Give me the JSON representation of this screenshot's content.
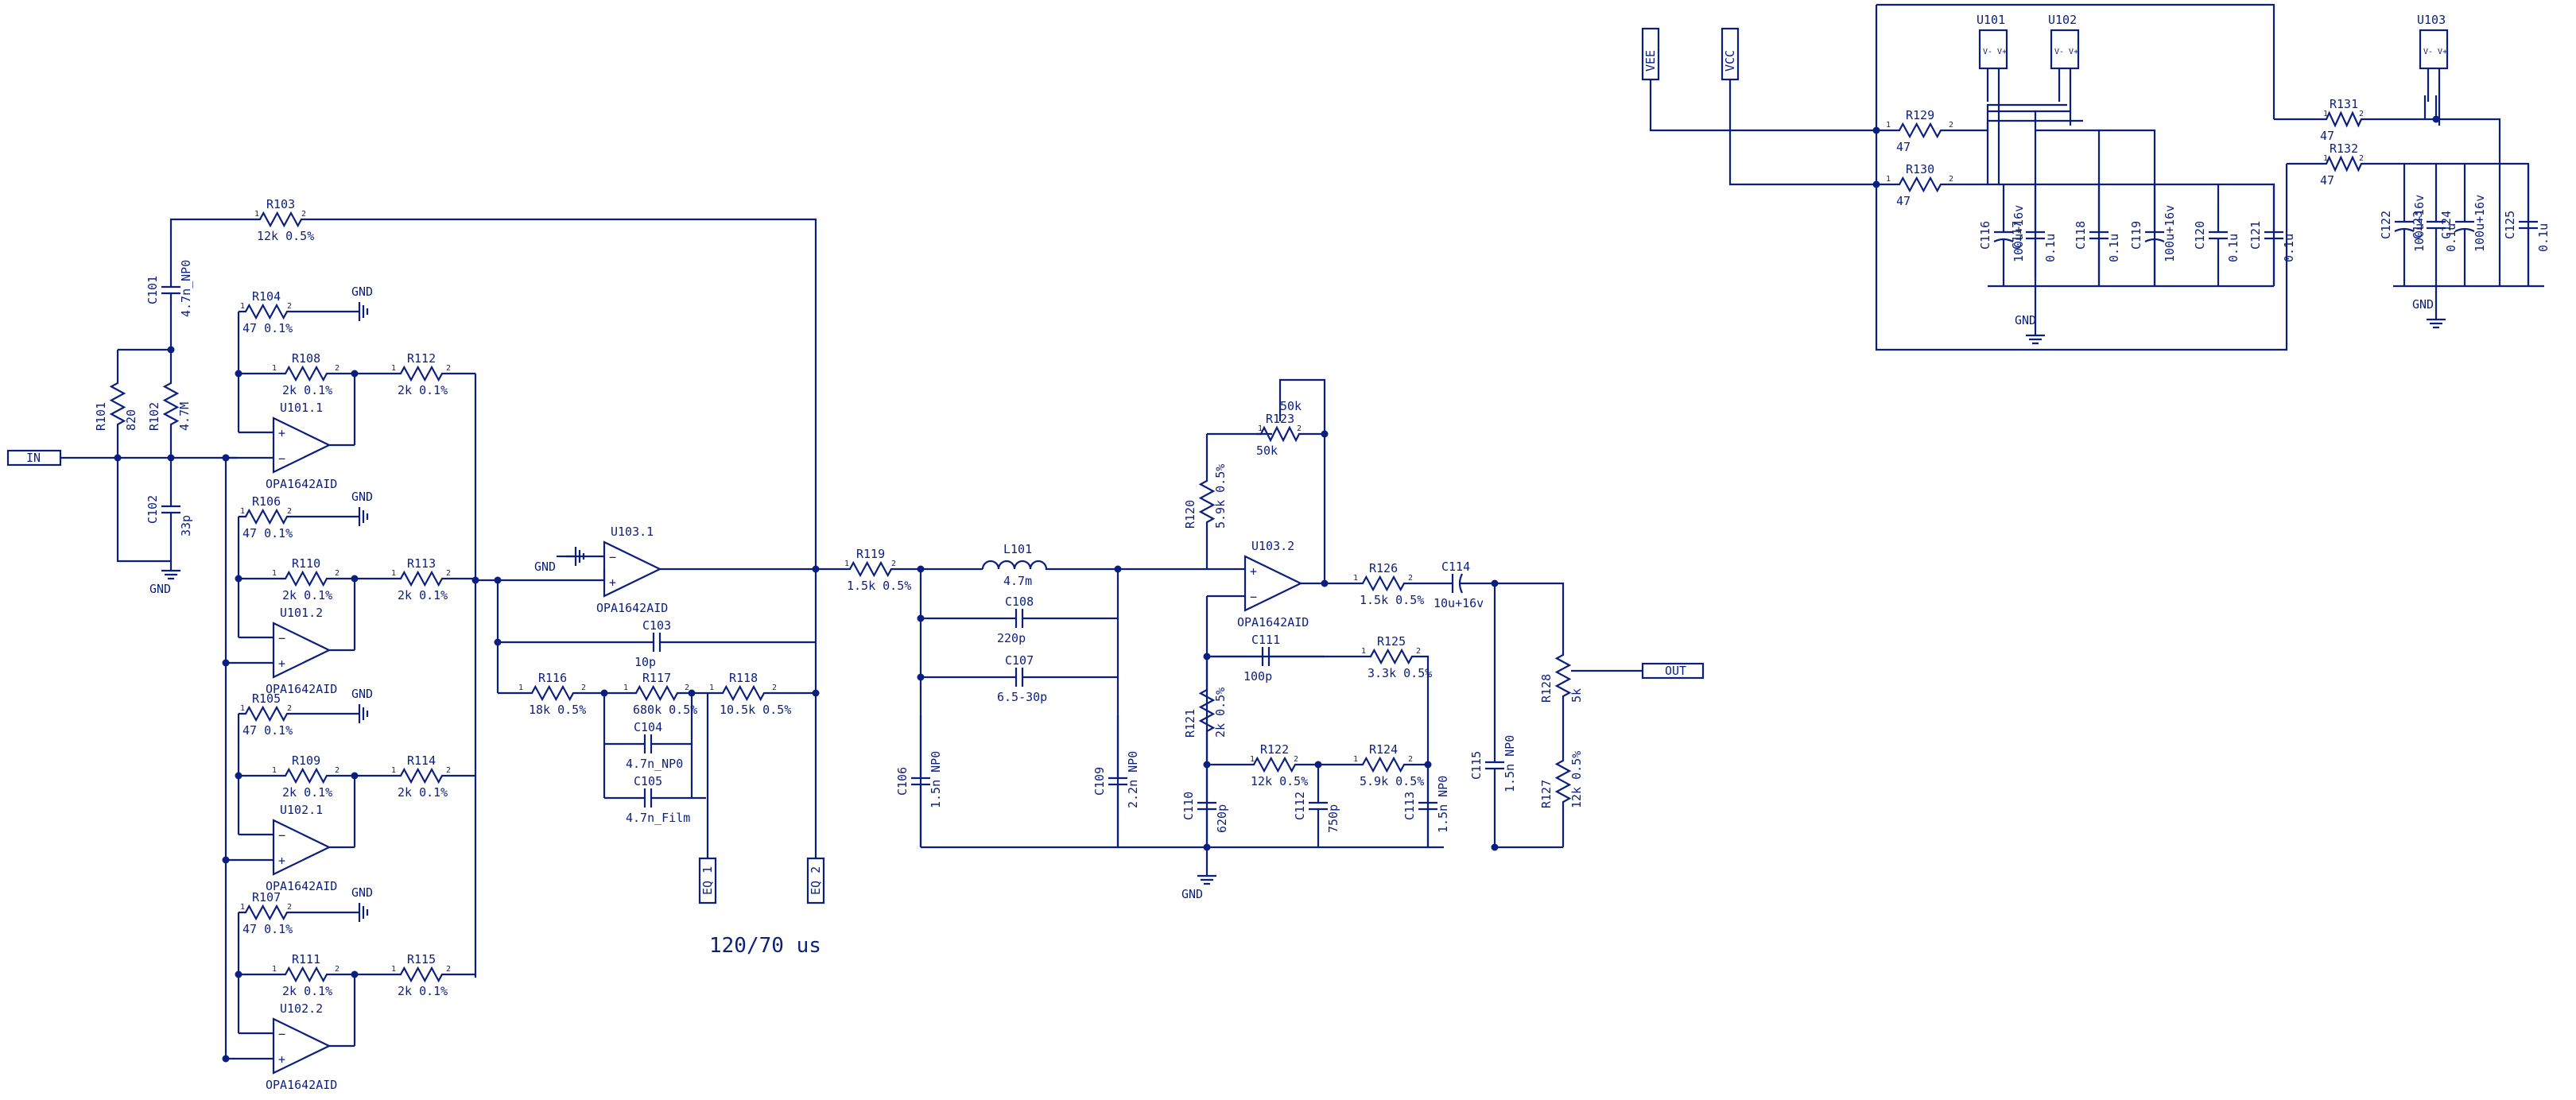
{
  "annotations": {
    "time_constants": "120/70 us"
  },
  "ports": {
    "in": "IN",
    "out": "OUT",
    "eq1": "EQ 1",
    "eq2": "EQ 2",
    "vee": "VEE",
    "vcc": "VCC",
    "gnd": "GND"
  },
  "opamps": [
    {
      "ref": "U101.1",
      "part": "OPA1642AID"
    },
    {
      "ref": "U101.2",
      "part": "OPA1642AID"
    },
    {
      "ref": "U102.1",
      "part": "OPA1642AID"
    },
    {
      "ref": "U102.2",
      "part": "OPA1642AID"
    },
    {
      "ref": "U103.1",
      "part": "OPA1642AID"
    },
    {
      "ref": "U103.2",
      "part": "OPA1642AID"
    }
  ],
  "power_units": [
    "U101",
    "U102",
    "U103"
  ],
  "resistors": [
    {
      "ref": "R101",
      "value": "820"
    },
    {
      "ref": "R102",
      "value": "4.7M"
    },
    {
      "ref": "R103",
      "value": "12k 0.5%"
    },
    {
      "ref": "R104",
      "value": "47 0.1%"
    },
    {
      "ref": "R105",
      "value": "47 0.1%"
    },
    {
      "ref": "R106",
      "value": "47 0.1%"
    },
    {
      "ref": "R107",
      "value": "47 0.1%"
    },
    {
      "ref": "R108",
      "value": "2k 0.1%"
    },
    {
      "ref": "R109",
      "value": "2k 0.1%"
    },
    {
      "ref": "R110",
      "value": "2k 0.1%"
    },
    {
      "ref": "R111",
      "value": "2k 0.1%"
    },
    {
      "ref": "R112",
      "value": "2k 0.1%"
    },
    {
      "ref": "R113",
      "value": "2k 0.1%"
    },
    {
      "ref": "R114",
      "value": "2k 0.1%"
    },
    {
      "ref": "R115",
      "value": "2k 0.1%"
    },
    {
      "ref": "R116",
      "value": "18k 0.5%"
    },
    {
      "ref": "R117",
      "value": "680k 0.5%"
    },
    {
      "ref": "R118",
      "value": "10.5k 0.5%"
    },
    {
      "ref": "R119",
      "value": "1.5k 0.5%"
    },
    {
      "ref": "R120",
      "value": "5.9k 0.5%"
    },
    {
      "ref": "R121",
      "value": "2k 0.5%"
    },
    {
      "ref": "R122",
      "value": "12k 0.5%"
    },
    {
      "ref": "R123",
      "value": "50k"
    },
    {
      "ref": "R124",
      "value": "5.9k 0.5%"
    },
    {
      "ref": "R125",
      "value": "3.3k 0.5%"
    },
    {
      "ref": "R126",
      "value": "1.5k 0.5%"
    },
    {
      "ref": "R127",
      "value": "12k 0.5%"
    },
    {
      "ref": "R128",
      "value": "5k"
    },
    {
      "ref": "R129",
      "value": "47"
    },
    {
      "ref": "R130",
      "value": "47"
    },
    {
      "ref": "R131",
      "value": "47"
    },
    {
      "ref": "R132",
      "value": "47"
    }
  ],
  "capacitors": [
    {
      "ref": "C101",
      "value": "4.7n_NP0"
    },
    {
      "ref": "C102",
      "value": "33p"
    },
    {
      "ref": "C103",
      "value": "10p"
    },
    {
      "ref": "C104",
      "value": "4.7n_NP0"
    },
    {
      "ref": "C105",
      "value": "4.7n_Film"
    },
    {
      "ref": "C106",
      "value": "1.5n NP0"
    },
    {
      "ref": "C107",
      "value": "6.5-30p"
    },
    {
      "ref": "C108",
      "value": "220p"
    },
    {
      "ref": "C109",
      "value": "2.2n NP0"
    },
    {
      "ref": "C110",
      "value": "620p"
    },
    {
      "ref": "C111",
      "value": "100p"
    },
    {
      "ref": "C112",
      "value": "750p"
    },
    {
      "ref": "C113",
      "value": "1.5n NP0"
    },
    {
      "ref": "C114",
      "value": "10u+16v"
    },
    {
      "ref": "C115",
      "value": "1.5n NP0"
    },
    {
      "ref": "C116",
      "value": "100u+16v"
    },
    {
      "ref": "C117",
      "value": "0.1u"
    },
    {
      "ref": "C118",
      "value": "0.1u"
    },
    {
      "ref": "C119",
      "value": "100u+16v"
    },
    {
      "ref": "C120",
      "value": "0.1u"
    },
    {
      "ref": "C121",
      "value": "0.1u"
    },
    {
      "ref": "C122",
      "value": "100u+16v"
    },
    {
      "ref": "C123",
      "value": "0.1u"
    },
    {
      "ref": "C124",
      "value": "100u+16v"
    },
    {
      "ref": "C125",
      "value": "0.1u"
    }
  ],
  "inductors": [
    {
      "ref": "L101",
      "value": "4.7m"
    }
  ]
}
